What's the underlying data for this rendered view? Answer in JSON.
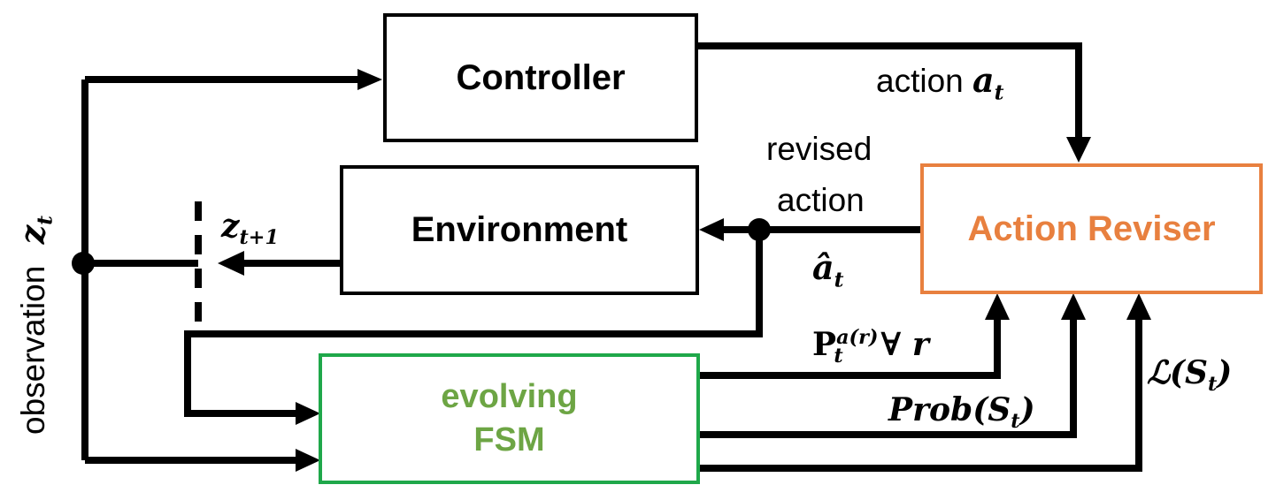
{
  "diagram": {
    "boxes": {
      "controller": "Controller",
      "environment": "Environment",
      "action_reviser": "Action Reviser",
      "fsm_line1": "evolving",
      "fsm_line2": "FSM"
    },
    "labels": {
      "action_text": "action",
      "action_symbol": "a",
      "action_sub": "t",
      "revised_line1": "revised",
      "revised_line2": "action",
      "revised_symbol": "â",
      "revised_sub": "t",
      "observation": "observation",
      "z_t_base": "z",
      "z_t_sub": "t",
      "z_next_base": "z",
      "z_next_sub": "t+1",
      "p_base": "P",
      "p_sub": "t",
      "p_sup": "a(r)",
      "p_rest": "∀ r",
      "prob_label": "Prob(S",
      "prob_sub": "t",
      "prob_close": ")",
      "loss_label": "ℒ(S",
      "loss_sub": "t",
      "loss_close": ")"
    },
    "colors": {
      "line": "#000000",
      "action_reviser": "#E8803F",
      "fsm_border": "#1FA84A",
      "fsm_text": "#6DA544"
    }
  }
}
